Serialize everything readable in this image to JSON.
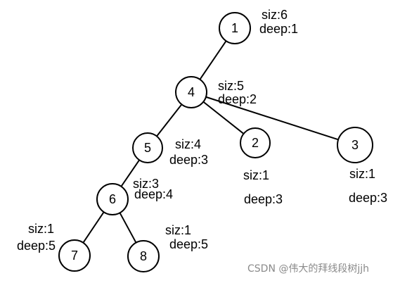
{
  "nodes": [
    {
      "id": "1",
      "label": "1",
      "siz": "siz:6",
      "deep": "deep:1"
    },
    {
      "id": "4",
      "label": "4",
      "siz": "siz:5",
      "deep": "deep:2"
    },
    {
      "id": "5",
      "label": "5",
      "siz": "siz:4",
      "deep": "deep:3"
    },
    {
      "id": "2",
      "label": "2",
      "siz": "siz:1",
      "deep": "deep:3"
    },
    {
      "id": "3",
      "label": "3",
      "siz": "siz:1",
      "deep": "deep:3"
    },
    {
      "id": "6",
      "label": "6",
      "siz": "siz:3",
      "deep": "deep:4"
    },
    {
      "id": "7",
      "label": "7",
      "siz": "siz:1",
      "deep": "deep:5"
    },
    {
      "id": "8",
      "label": "8",
      "siz": "siz:1",
      "deep": "deep:5"
    }
  ],
  "edges": [
    {
      "from": "1",
      "to": "4"
    },
    {
      "from": "4",
      "to": "5"
    },
    {
      "from": "4",
      "to": "2"
    },
    {
      "from": "4",
      "to": "3"
    },
    {
      "from": "5",
      "to": "6"
    },
    {
      "from": "6",
      "to": "7"
    },
    {
      "from": "6",
      "to": "8"
    }
  ],
  "watermark": "CSDN @伟大的拜线段树jjh"
}
